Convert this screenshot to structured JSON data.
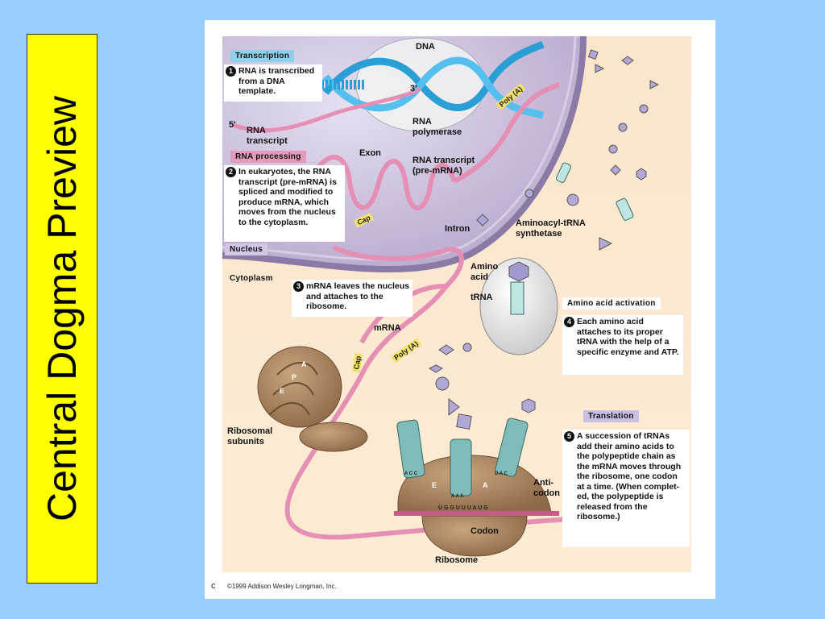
{
  "slide": {
    "title": "Central Dogma Preview",
    "accent_yellow": "#ffff00",
    "background": "#99ccff"
  },
  "diagram": {
    "headers": {
      "transcription": "Transcription",
      "rna_processing": "RNA processing",
      "nucleus": "Nucleus",
      "cytoplasm": "Cytoplasm",
      "amino_acid_activation": "Amino acid activation",
      "translation": "Translation"
    },
    "steps": [
      {
        "num": "1",
        "text": "RNA is transcribed from a DNA template."
      },
      {
        "num": "2",
        "text": "In eukaryotes, the RNA transcript (pre-mRNA) is spliced and modified to produce mRNA, which moves from the nucleus to the cytoplasm."
      },
      {
        "num": "3",
        "text": "mRNA leaves the nucleus and attaches to the ribosome."
      },
      {
        "num": "4",
        "text": "Each amino acid attaches to its proper tRNA with the help of a specific enzyme and ATP."
      },
      {
        "num": "5",
        "text": "A succession of tRNAs add their amino acids to the polypeptide chain as the mRNA moves through the ribosome, one codon at a time. (When complet-ed, the polypeptide is released from the ribosome.)"
      }
    ],
    "labels": {
      "dna": "DNA",
      "three_prime": "3'",
      "five_prime": "5'",
      "rna_transcript": "RNA transcript",
      "rna_polymerase": "RNA polymerase",
      "exon": "Exon",
      "rna_transcript_pre": "RNA transcript (pre-mRNA)",
      "intron": "Intron",
      "cap_top": "Cap",
      "poly_a_top": "Poly (A)",
      "aminoacyl": "Aminoacyl-tRNA synthetase",
      "amino_acid": "Amino acid",
      "trna": "tRNA",
      "mrna": "mRNA",
      "poly_a_mid": "Poly (A)",
      "cap_mid": "Cap",
      "site_a": "A",
      "site_p": "P",
      "site_e": "E",
      "ribosomal_subunits": "Ribosomal subunits",
      "anticodon": "Anti-codon",
      "codon": "Codon",
      "ribosome": "Ribosome",
      "ribo_e": "E",
      "ribo_a": "A",
      "codon_seq": "U G G U U U A U G",
      "anticodon_left": "A C C",
      "anticodon_mid": "A A A",
      "anticodon_right": "U A C"
    },
    "copyright": "©1999 Addison Wesley Longman, Inc.",
    "stray_c": "c"
  }
}
